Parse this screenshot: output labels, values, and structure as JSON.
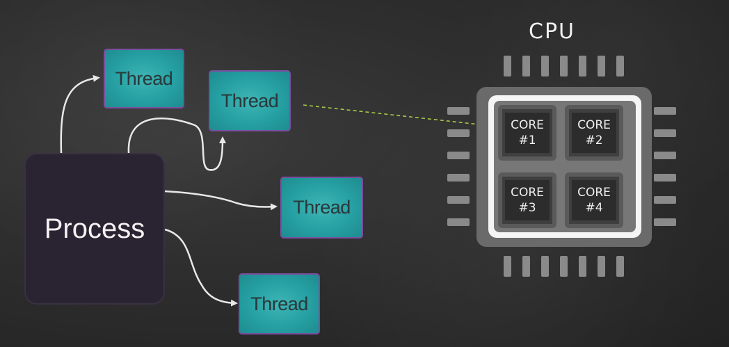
{
  "diagram": {
    "process_label": "Process",
    "thread_label": "Thread",
    "cpu_label": "CPU",
    "cores": [
      {
        "line1": "CORE",
        "line2": "#1"
      },
      {
        "line1": "CORE",
        "line2": "#2"
      },
      {
        "line1": "CORE",
        "line2": "#3"
      },
      {
        "line1": "CORE",
        "line2": "#4"
      }
    ]
  }
}
